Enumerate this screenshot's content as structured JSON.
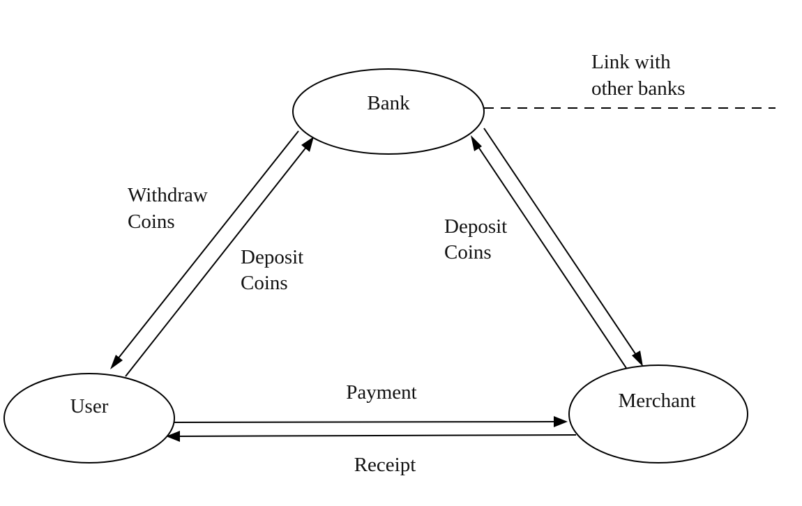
{
  "nodes": {
    "bank": "Bank",
    "user": "User",
    "merchant": "Merchant"
  },
  "links": {
    "other_banks_line1": "Link with",
    "other_banks_line2": "other banks"
  },
  "edges": {
    "withdraw_line1": "Withdraw",
    "withdraw_line2": "Coins",
    "user_deposit_line1": "Deposit",
    "user_deposit_line2": "Coins",
    "merchant_deposit_line1": "Deposit",
    "merchant_deposit_line2": "Coins",
    "payment": "Payment",
    "receipt": "Receipt"
  },
  "colors": {
    "stroke": "#000000",
    "background": "#ffffff"
  }
}
